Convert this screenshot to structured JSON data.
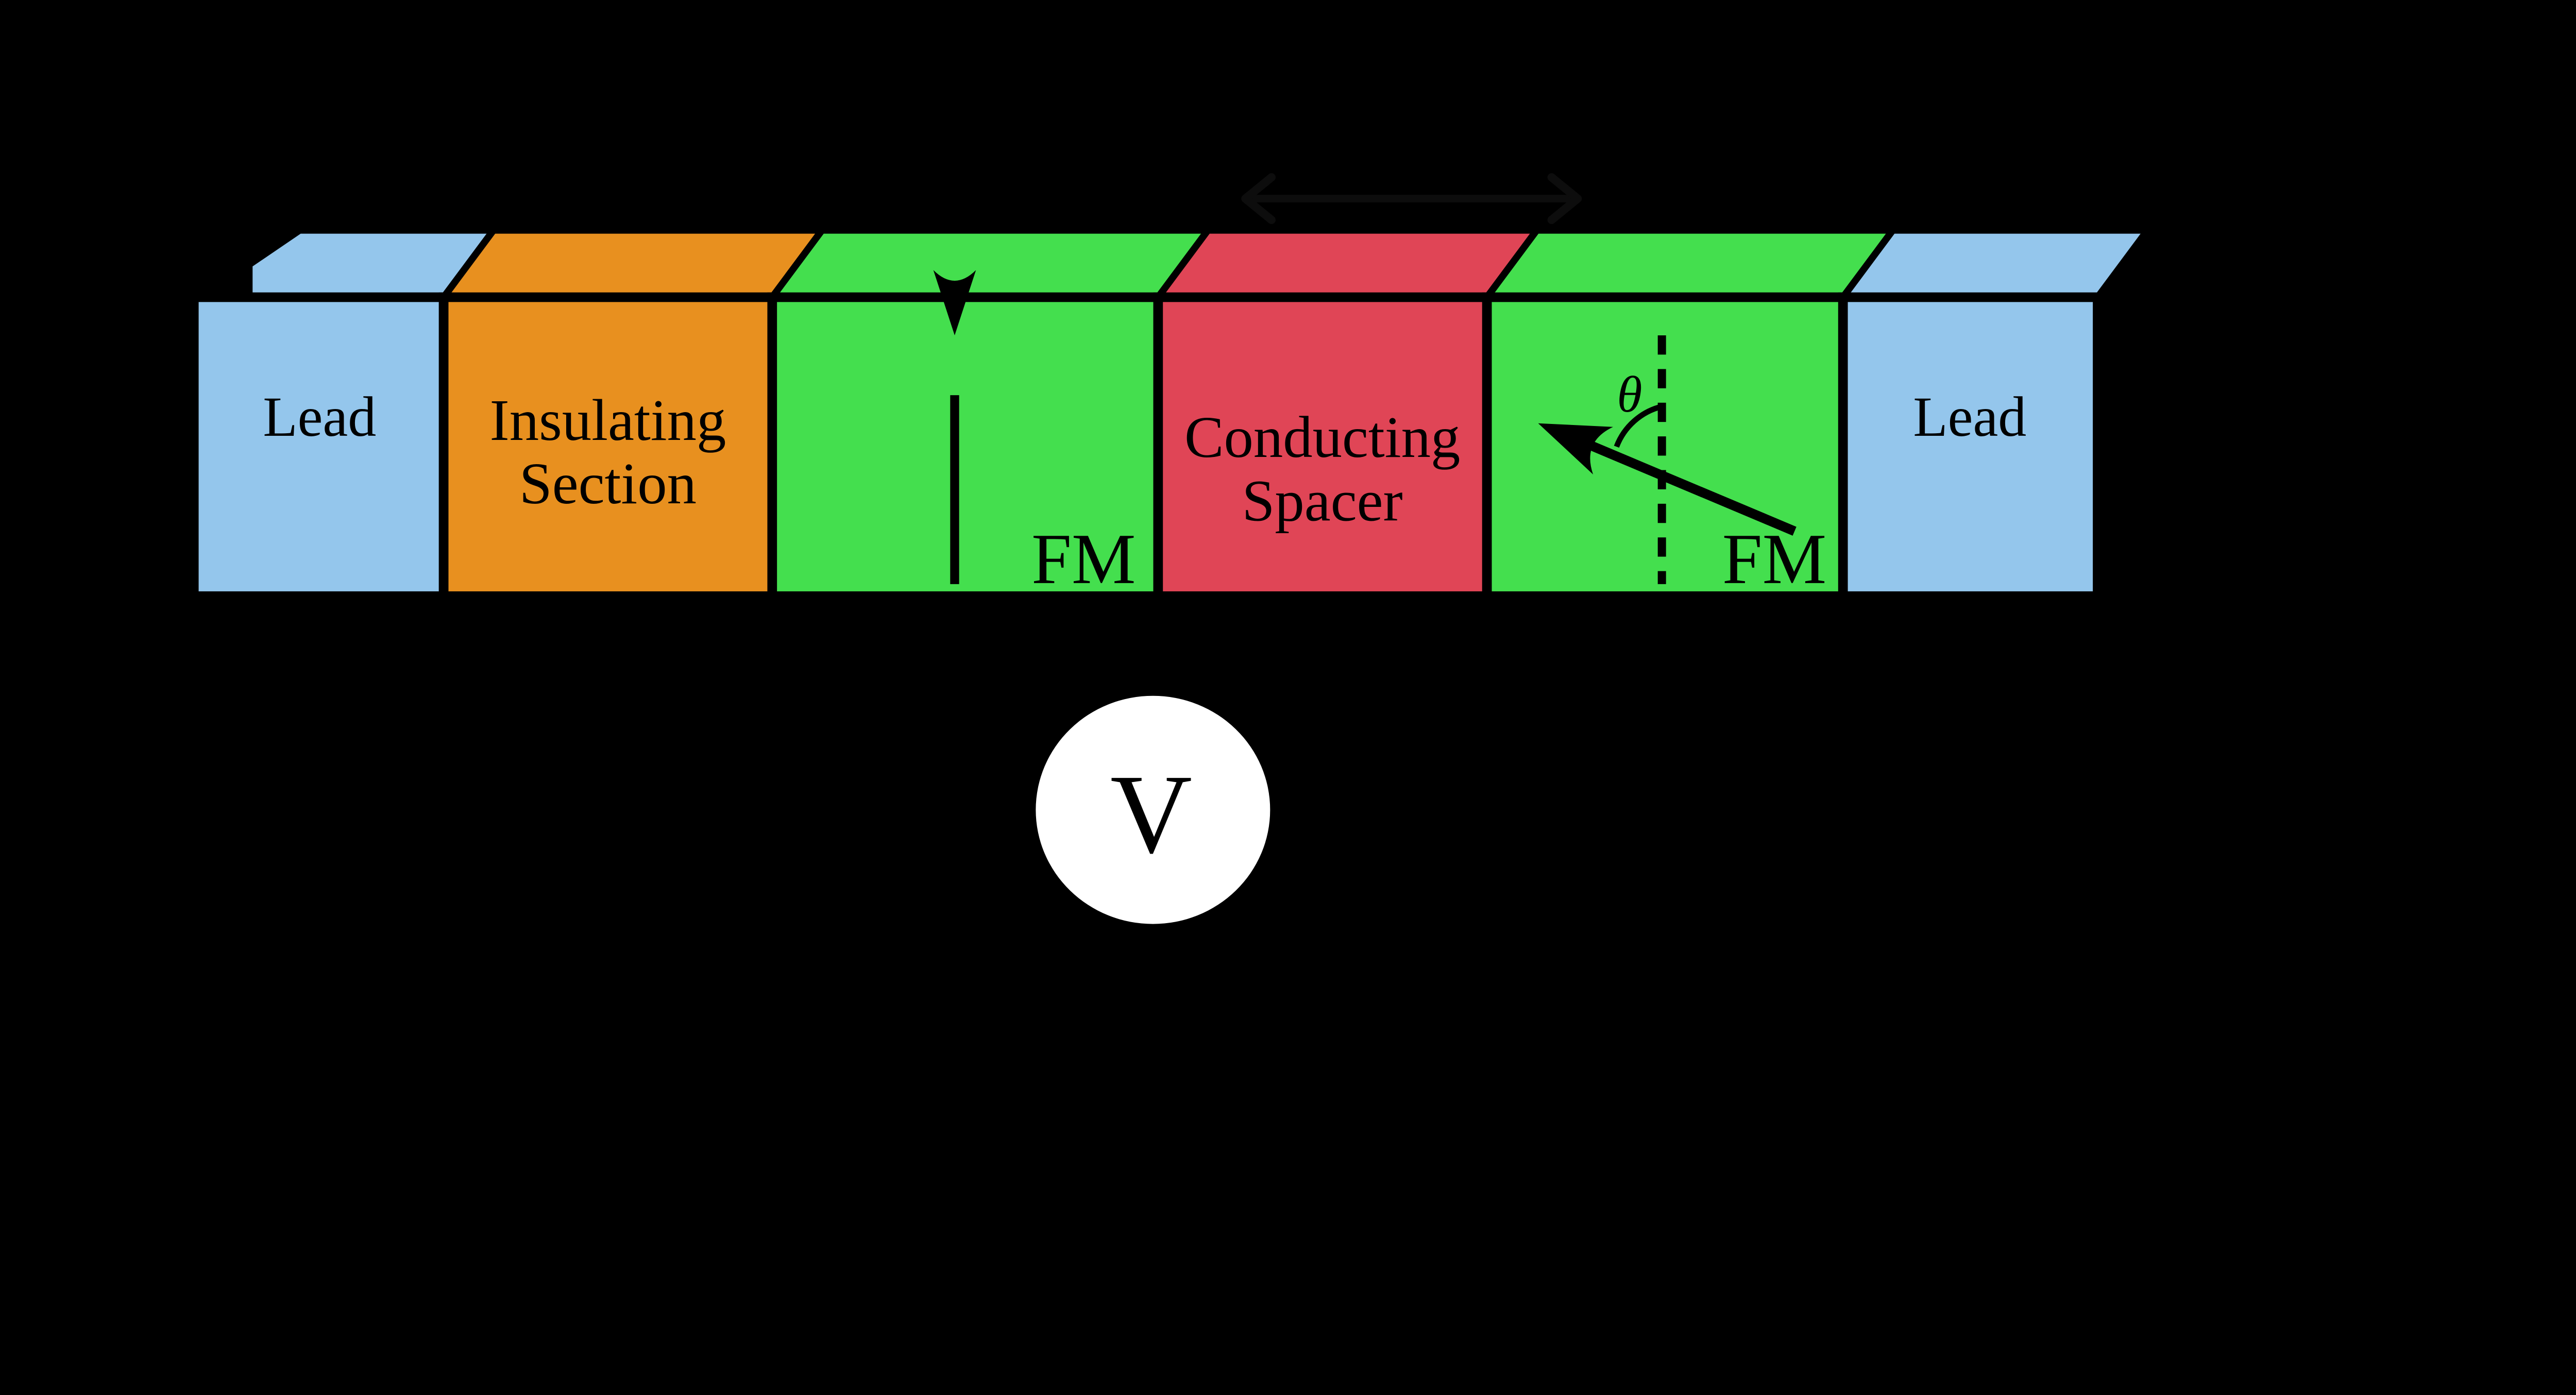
{
  "colors": {
    "background": "#000000",
    "outline": "#000000",
    "text": "#000000",
    "lead": "#94c6ec",
    "insulator": "#e8901f",
    "ferromagnet": "#44df4e",
    "spacer": "#e04556",
    "dim_arrow": "#0d0d0d",
    "meter_fill": "#ffffff"
  },
  "blocks": {
    "lead_left": "Lead",
    "insulating_line1": "Insulating",
    "insulating_line2": "Section",
    "fm_left": "FM",
    "spacer_line1": "Conducting",
    "spacer_line2": "Spacer",
    "fm_right": "FM",
    "lead_right": "Lead"
  },
  "annotations": {
    "theta": "θ",
    "voltmeter": "V"
  }
}
